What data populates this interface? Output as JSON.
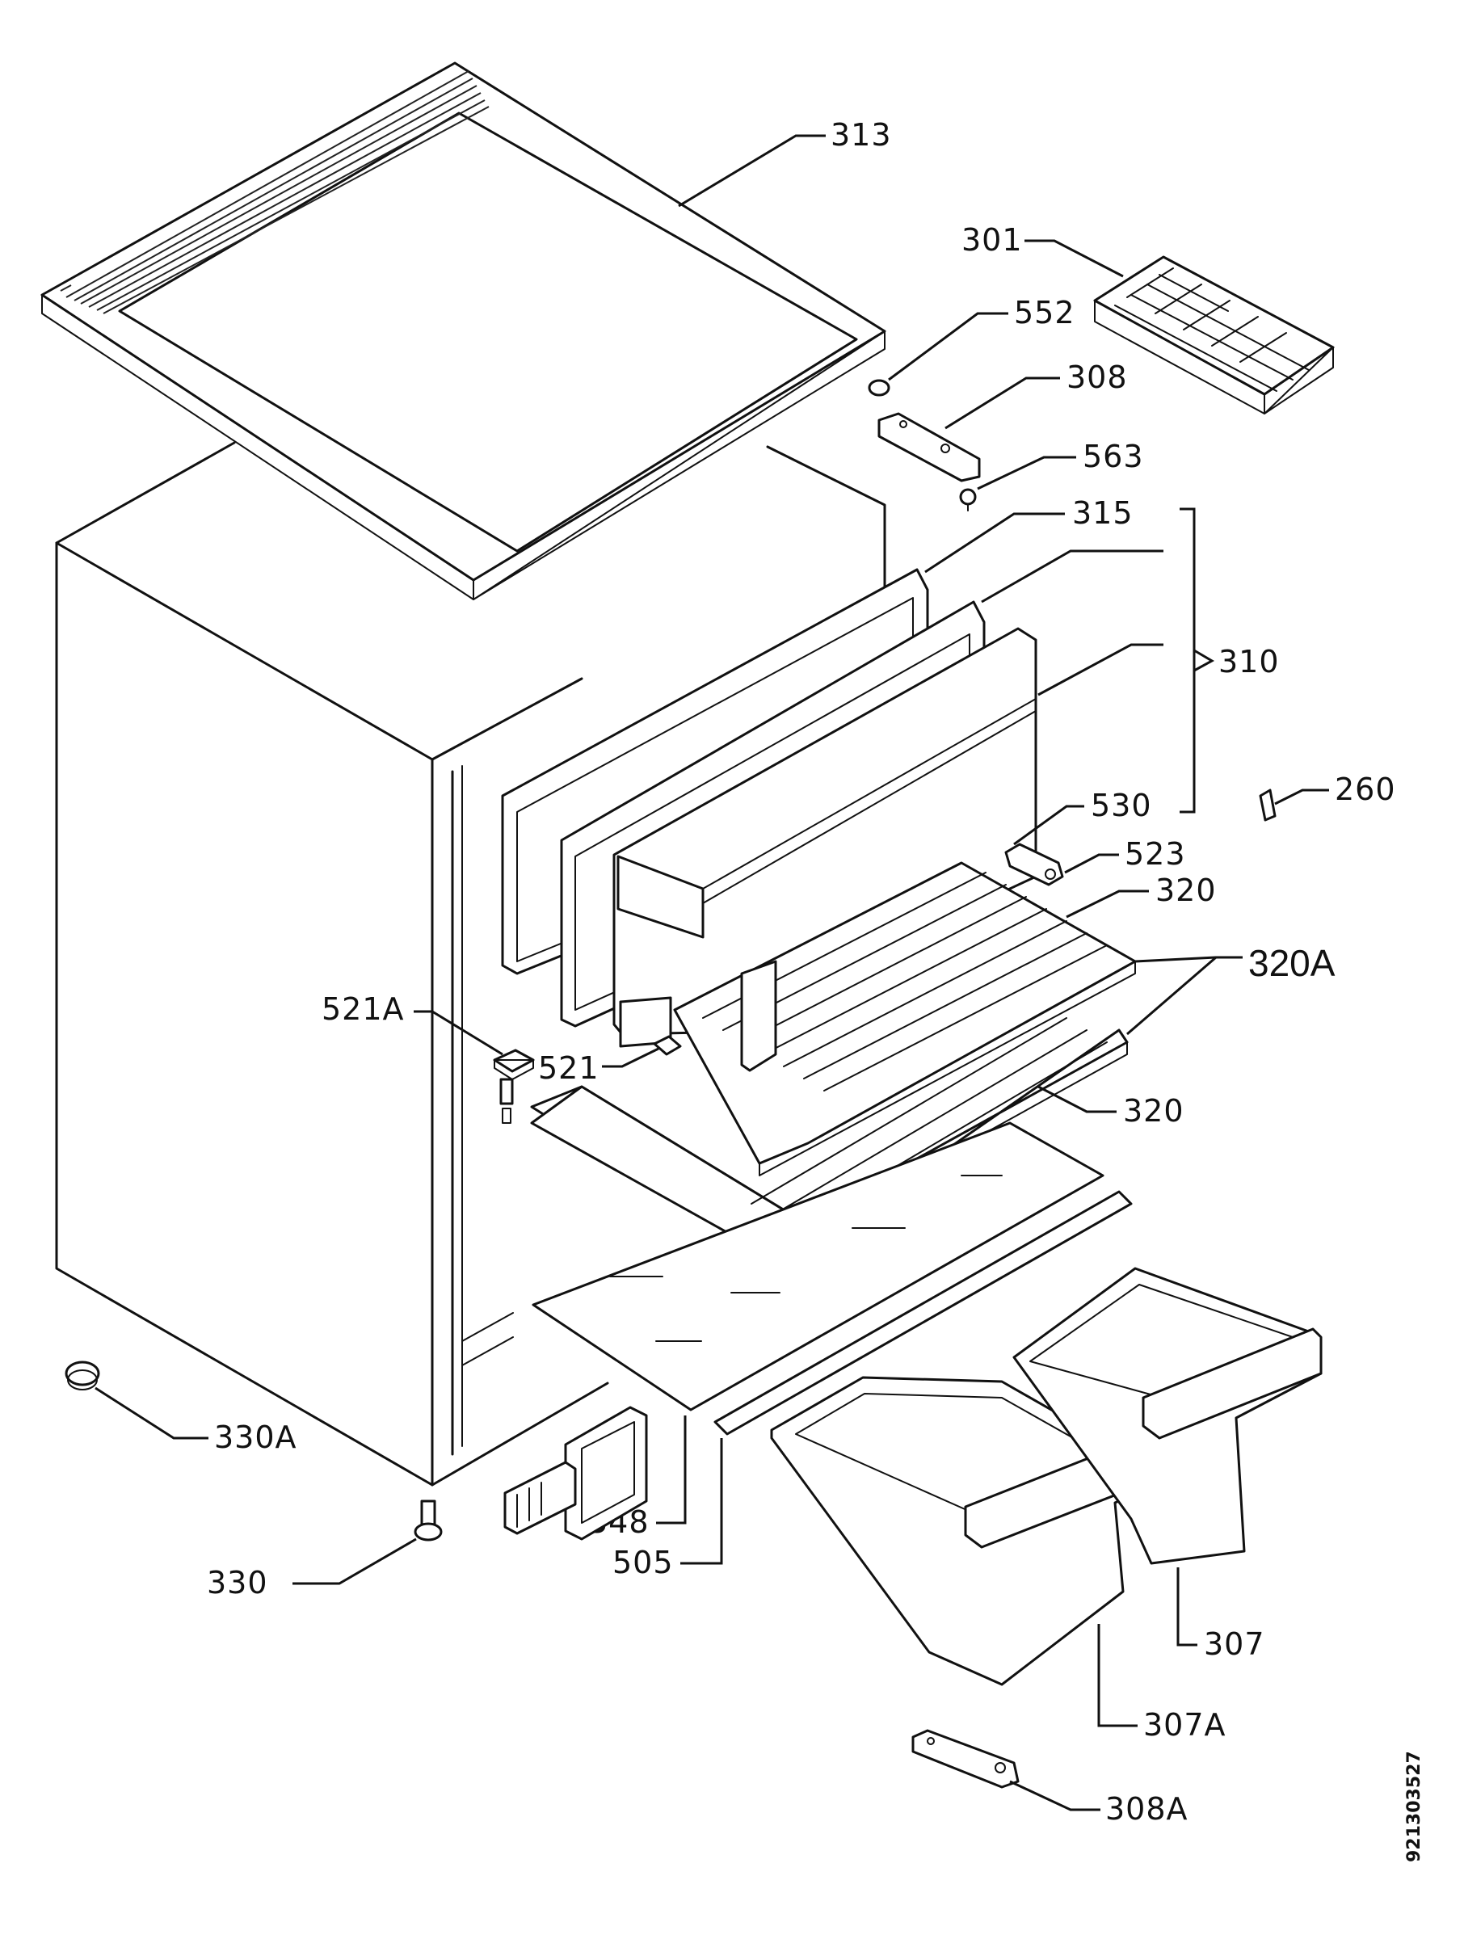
{
  "labels": {
    "p313": "313",
    "p301": "301",
    "p552": "552",
    "p308": "308",
    "p563": "563",
    "p315": "315",
    "p310": "310",
    "p260": "260",
    "p530": "530",
    "p523": "523",
    "p320_top": "320",
    "p320A": "320A",
    "p521A": "521A",
    "p521": "521",
    "p320_bottom": "320",
    "p330A": "330A",
    "p348": "348",
    "p505": "505",
    "p330": "330",
    "p307": "307",
    "p307A": "307A",
    "p308A": "308A"
  },
  "document_id": "921303527"
}
